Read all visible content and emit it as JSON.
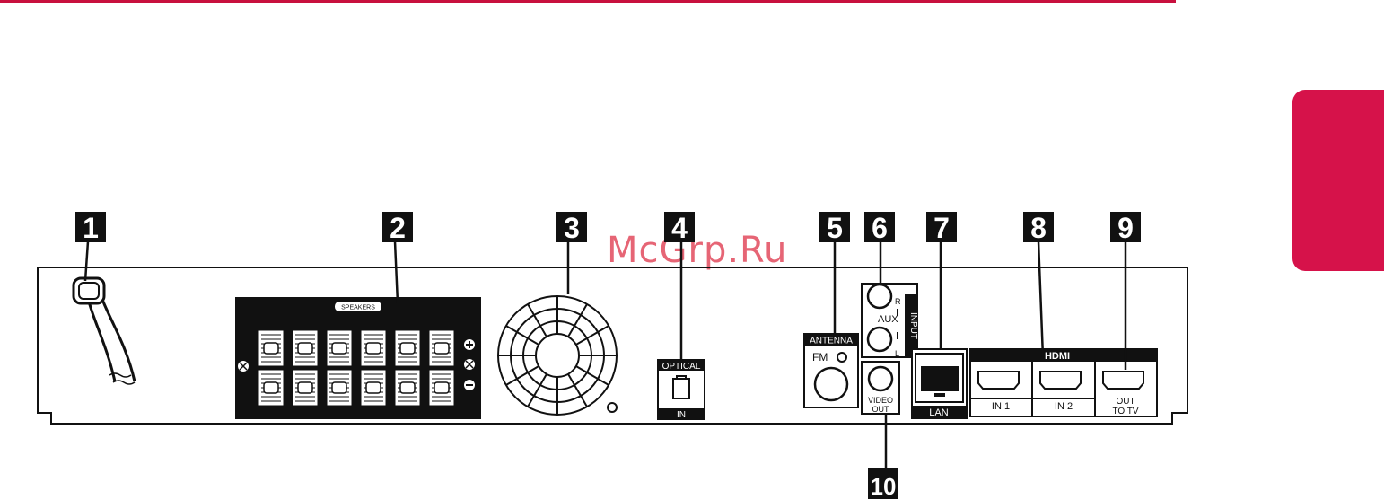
{
  "watermark": "McGrp.Ru",
  "callouts": [
    "1",
    "2",
    "3",
    "4",
    "5",
    "6",
    "7",
    "8",
    "9",
    "10"
  ],
  "panel": {
    "speakers_label": "SPEAKERS",
    "optical_label": "OPTICAL",
    "optical_in": "IN",
    "antenna_label": "ANTENNA",
    "fm_label": "FM",
    "aux_label": "AUX",
    "input_label": "INPUT",
    "aux_r": "R",
    "aux_l": "L",
    "video_out_1": "VIDEO",
    "video_out_2": "OUT",
    "lan_label": "LAN",
    "hdmi_label": "HDMI",
    "hdmi_in1": "IN 1",
    "hdmi_in2": "IN 2",
    "hdmi_out_1": "OUT",
    "hdmi_out_2": "TO TV"
  },
  "colors": {
    "accent": "#d6124a",
    "line": "#c8103e",
    "watermark": "#e24b5e"
  }
}
